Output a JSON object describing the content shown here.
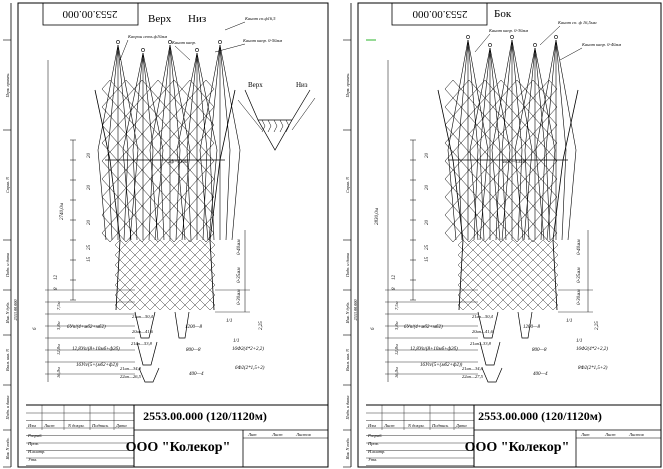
{
  "sheet_left": {
    "stamp_code": "2553.00.000",
    "view_top": "Верх",
    "view_bottom": "Низ",
    "inset_top": "Верх",
    "inset_bottom": "Низ",
    "total_length": "2740,0м",
    "callouts": [
      "Капрон сеть ф10мм",
      "Канат сп.ф16,5",
      "Канат капр.",
      "Канат капр. 0-50мм"
    ],
    "mesh_labels": [
      "2ф=1340"
    ],
    "dim_left": [
      "20",
      "20",
      "20",
      "25",
      "15",
      "12",
      "8",
      "6"
    ],
    "dim_right": [
      "0-40мм",
      "0-35мм",
      "0-30мм",
      "2,25"
    ],
    "formulas": [
      "6Уп/(4+мб2+мб2)",
      "12,8Уп/(8+10мб+ф2б)",
      "16Уп/(5+(мб2+ф2))"
    ],
    "notes": [
      "21нп—50,4",
      "20нп—41,6",
      "21нп—53,8",
      "21нп—34,8",
      "22нп—26,5"
    ],
    "lengths": [
      "3,8м",
      "7,5м",
      "12,8м",
      "16,0м"
    ],
    "blocks": [
      "1200—8",
      "800—8",
      "400—4"
    ],
    "fractions": [
      "1/1",
      "1/1"
    ],
    "side_notes": [
      "16Ф2(4*2+2,2)",
      "6Ф2(2*1,5+2)"
    ]
  },
  "sheet_right": {
    "stamp_code": "2553.00.000",
    "view_side": "Бок",
    "total_length": "2830,0м",
    "callouts": [
      "Канат капр. 0-30мм",
      "Канат сп. ф 16,5мм",
      "Канат капр. 0-40мм"
    ],
    "mesh_labels": [
      "Бок—1350"
    ],
    "dim_left": [
      "20",
      "20",
      "20",
      "25",
      "15",
      "12",
      "8",
      "6"
    ],
    "dim_right": [
      "0-40мм",
      "0-35мм",
      "0-30мм",
      "2,25"
    ],
    "formulas": [
      "6Уп/(4+мб2+мб2)",
      "12,8Уп/(8+10мб+ф2б)",
      "16Уп/(5+(мб2+ф2))"
    ],
    "notes": [
      "21нп—50,4",
      "20нп—41,6",
      "21нп—33,8",
      "21нп—34,8",
      "22нп—27,5"
    ],
    "lengths": [
      "3,8м",
      "7,5м",
      "12,8м",
      "16,0м"
    ],
    "blocks": [
      "1200—8",
      "800—8",
      "400—4"
    ],
    "fractions": [
      "1/1",
      "1/1"
    ],
    "side_notes": [
      "16Ф2(4*2+2,2)",
      "8Ф2(2*1,5+2)"
    ]
  },
  "titleblock": {
    "drawing_number": "2553.00.000 (120/1120м)",
    "company": "ООО \"Колекор\"",
    "col_labels": [
      "Изм",
      "Лист",
      "N докум.",
      "Подпись",
      "Дата"
    ],
    "row_labels": [
      "Разраб.",
      "Пров.",
      "Н.контр.",
      "Утв."
    ],
    "right_labels": [
      "Лит",
      "Лист",
      "Листов"
    ]
  },
  "side_strip": {
    "labels": [
      "Перв. примен.",
      "Справ. N",
      "Подп. и дата",
      "Инв. N дубл.",
      "Взам. инв. N",
      "Подп. и дата",
      "Инв. N подл."
    ],
    "stamp_vertical": "2553.00.000"
  }
}
